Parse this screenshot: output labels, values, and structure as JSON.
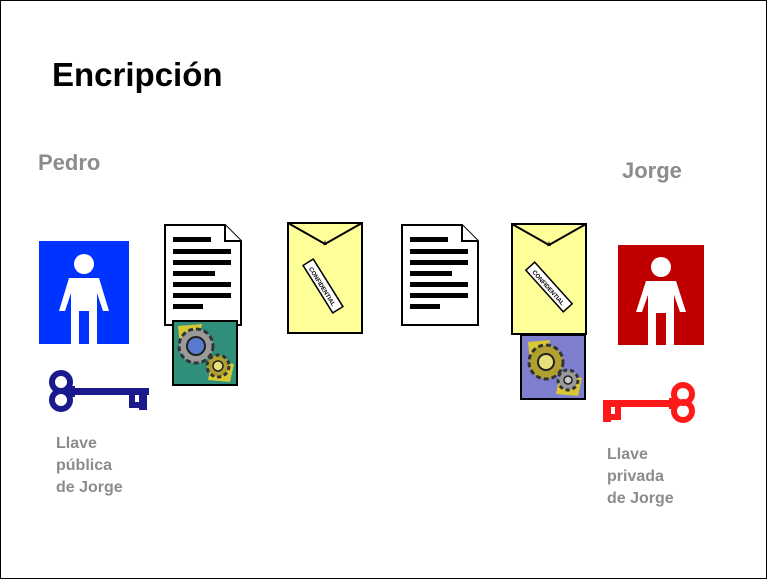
{
  "slide": {
    "title": "Encripción"
  },
  "people": {
    "sender": {
      "name": "Pedro",
      "color": "#0033ff"
    },
    "receiver": {
      "name": "Jorge",
      "color": "#c00000"
    }
  },
  "keys": {
    "public": {
      "label_lines": [
        "Llave",
        "pública",
        "de Jorge"
      ],
      "color": "#1a1a8c"
    },
    "private": {
      "label_lines": [
        "Llave",
        "privada",
        "de Jorge"
      ],
      "color": "#ff1a1a"
    }
  },
  "envelope": {
    "stamp_text": "CONFIDENTIAL",
    "color": "#ffff99"
  },
  "icons": {
    "person": "person-icon",
    "document": "document-icon",
    "envelope": "envelope-icon",
    "gears": "gears-icon",
    "key": "key-icon"
  }
}
